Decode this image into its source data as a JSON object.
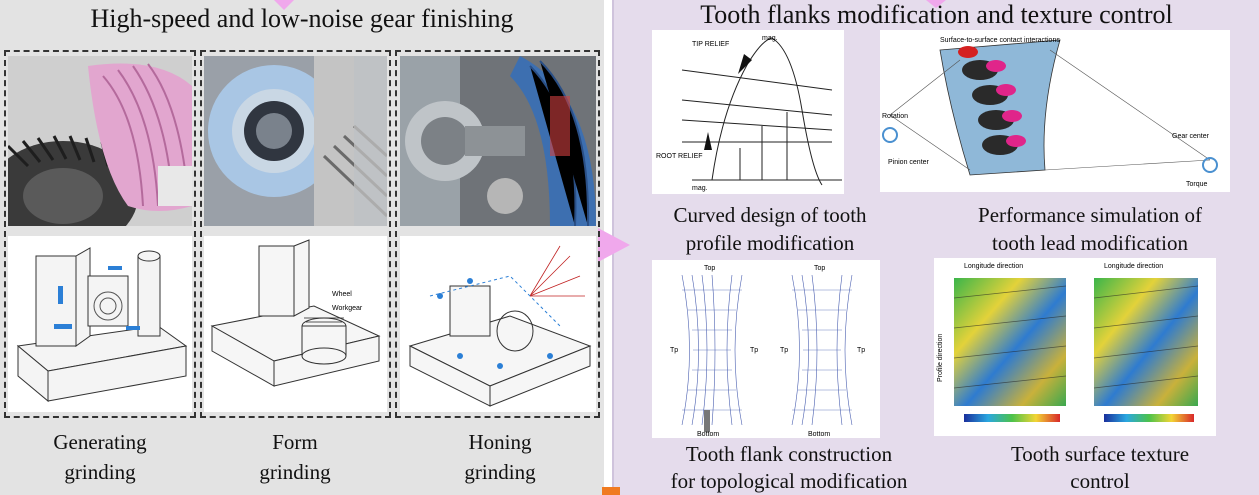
{
  "left": {
    "title": "High-speed and low-noise gear finishing",
    "methods": [
      {
        "line1": "Generating",
        "line2": "grinding"
      },
      {
        "line1": "Form",
        "line2": "grinding"
      },
      {
        "line1": "Honing",
        "line2": "grinding"
      }
    ],
    "labels": {
      "wheel": "Wheel",
      "workgear": "Workgear"
    }
  },
  "right": {
    "title": "Tooth flanks modification and texture control",
    "panels": [
      {
        "line1": "Curved design of tooth",
        "line2": "profile modification"
      },
      {
        "line1": "Performance simulation of",
        "line2": "tooth lead modification"
      },
      {
        "line1": "Tooth flank construction",
        "line2": "for topological modification"
      },
      {
        "line1": "Tooth surface texture",
        "line2": "control"
      }
    ],
    "profile_labels": {
      "tip_relief": "TIP RELIEF",
      "root_relief": "ROOT RELIEF",
      "mag1": "mag.",
      "mag2": "mag."
    },
    "contact_labels": {
      "interactions": "Surface-to-surface contact interactions",
      "rotation": "Rotation",
      "pinion": "Pinion center",
      "gear": "Gear center",
      "torque": "Torque"
    },
    "flank_labels": {
      "top": "Top",
      "bottom": "Bottom",
      "tp": "Tp"
    },
    "texture_labels": {
      "longitude": "Longitude direction",
      "profile": "Profile direction"
    }
  },
  "colors": {
    "left_bg": "#e3e3e3",
    "right_bg": "#e5dcec",
    "pink_arrow": "#f0a8ec",
    "orange_marker": "#f07a20"
  }
}
